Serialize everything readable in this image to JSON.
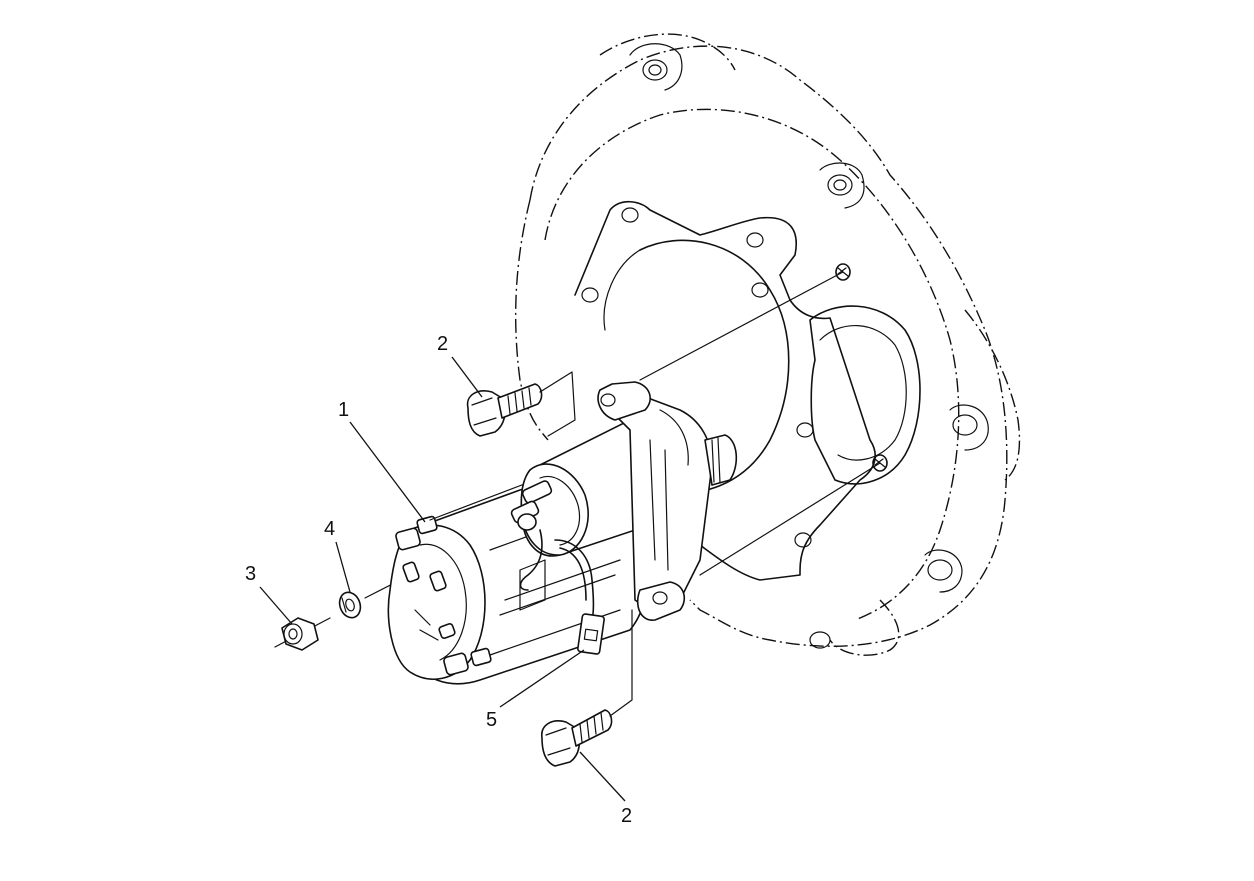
{
  "figure": {
    "callouts": [
      {
        "id": "callout-1",
        "label": "1"
      },
      {
        "id": "callout-2-top",
        "label": "2"
      },
      {
        "id": "callout-2-bottom",
        "label": "2"
      },
      {
        "id": "callout-3",
        "label": "3"
      },
      {
        "id": "callout-4",
        "label": "4"
      },
      {
        "id": "callout-5",
        "label": "5"
      }
    ],
    "parts": [
      {
        "name": "starter-motor",
        "callout": "1"
      },
      {
        "name": "mounting-bolt",
        "callout": "2"
      },
      {
        "name": "nut",
        "callout": "3"
      },
      {
        "name": "lock-washer",
        "callout": "4"
      },
      {
        "name": "harness-connector",
        "callout": "5"
      },
      {
        "name": "flywheel-housing",
        "callout": ""
      }
    ],
    "colors": {
      "line": "#111111",
      "background": "#ffffff"
    }
  }
}
